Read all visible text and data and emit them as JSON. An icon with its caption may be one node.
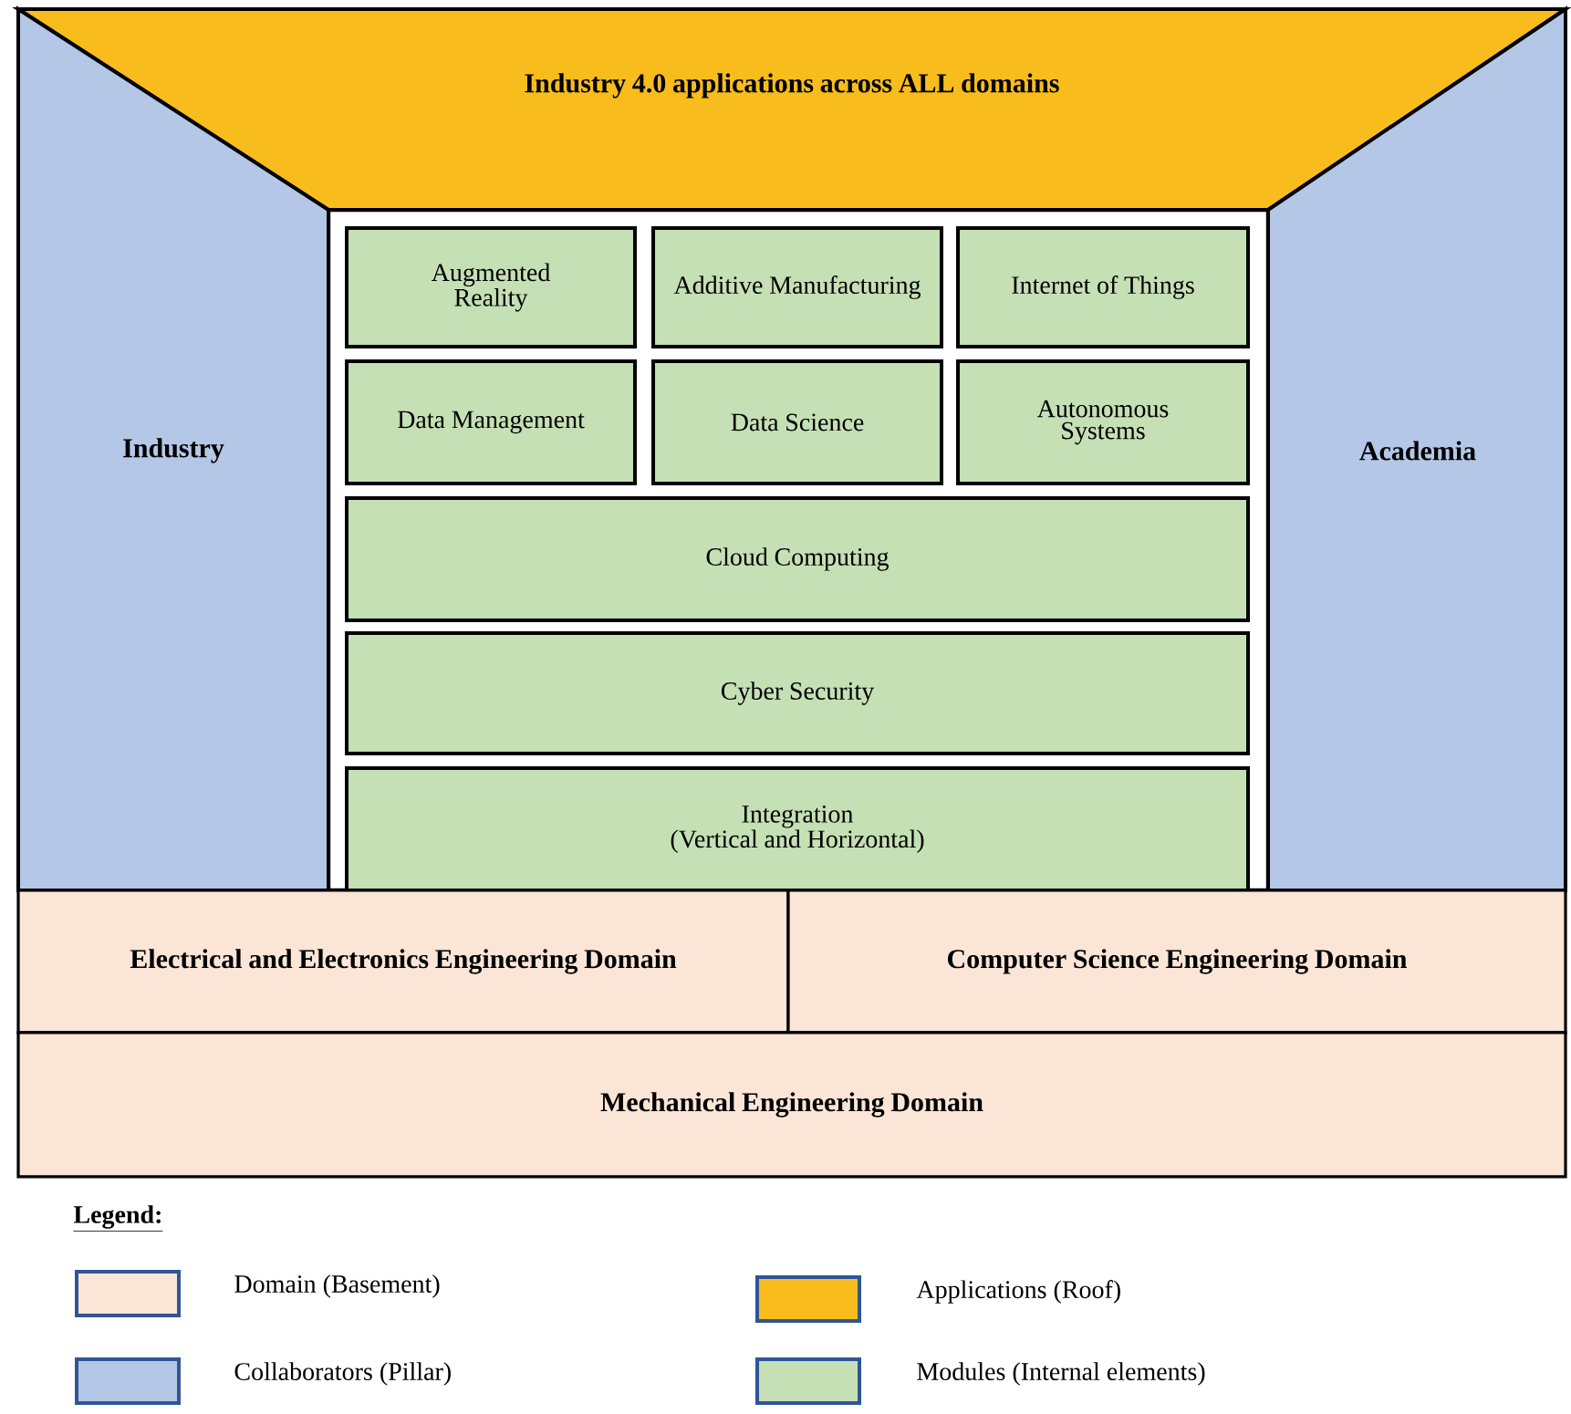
{
  "diagram": {
    "nodes": [
      {
        "text": [
          "Industry 4.0 applications across ALL domains"
        ]
      },
      {
        "text": [
          "Industry"
        ]
      },
      {
        "text": [
          "Academia"
        ]
      },
      {
        "text": [
          "Augmented Reality"
        ]
      },
      {
        "text": [
          "Additive Manufacturing"
        ]
      },
      {
        "text": [
          "Internet of Things"
        ]
      },
      {
        "text": [
          "Data Management"
        ]
      },
      {
        "text": [
          "Data Science"
        ]
      },
      {
        "text": [
          "Autonomous Systems"
        ]
      },
      {
        "text": [
          "Cloud Computing"
        ]
      },
      {
        "text": [
          "Cyber Security"
        ]
      },
      {
        "text": [
          "Integration",
          "(Vertical and Horizontal)"
        ]
      },
      {
        "text": [
          "Electrical and Electronics Engineering Domain"
        ]
      },
      {
        "text": [
          "Computer Science Engineering Domain"
        ]
      },
      {
        "text": [
          "Mechanical Engineering Domain"
        ]
      }
    ],
    "labels": [
      "Legend:"
    ],
    "legend": [
      {
        "text": "Domain (Basement)",
        "color": "#fbe5d6"
      },
      {
        "text": "Applications (Roof)",
        "color": "#f8bd1c"
      },
      {
        "text": "Collaborators (Pillar)",
        "color": "#b4c7e7"
      },
      {
        "text": "Modules (Internal elements)",
        "color": "#c5e0b4"
      }
    ]
  }
}
